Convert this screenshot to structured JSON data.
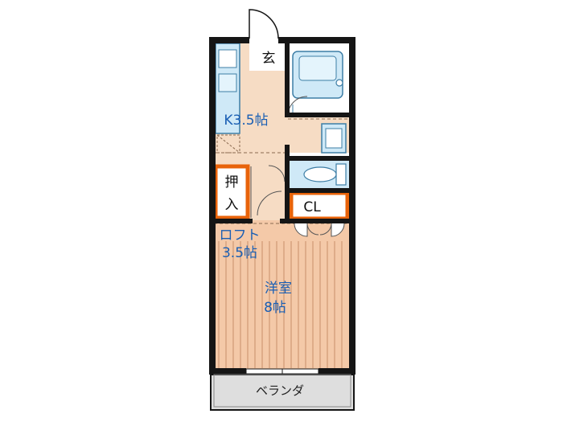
{
  "rooms": {
    "entrance": "玄",
    "kitchen": "K3.5帖",
    "oshiire_line1": "押",
    "oshiire_line2": "入",
    "closet": "CL",
    "loft_line1": "ロフト",
    "loft_line2": "3.5帖",
    "western_line1": "洋室",
    "western_line2": "8帖",
    "balcony": "ベランダ"
  },
  "colors": {
    "wall": "#151515",
    "floor_kitchen": "#f6dcc4",
    "floor_western": "#f4c9a8",
    "floor_stripe": "#c9906a",
    "fixture_fill": "#cfe9f7",
    "fixture_stroke": "#3d7ea6",
    "storage_border": "#e8630a",
    "balcony_fill": "#dedede",
    "label_blue": "#1a5fb4"
  }
}
